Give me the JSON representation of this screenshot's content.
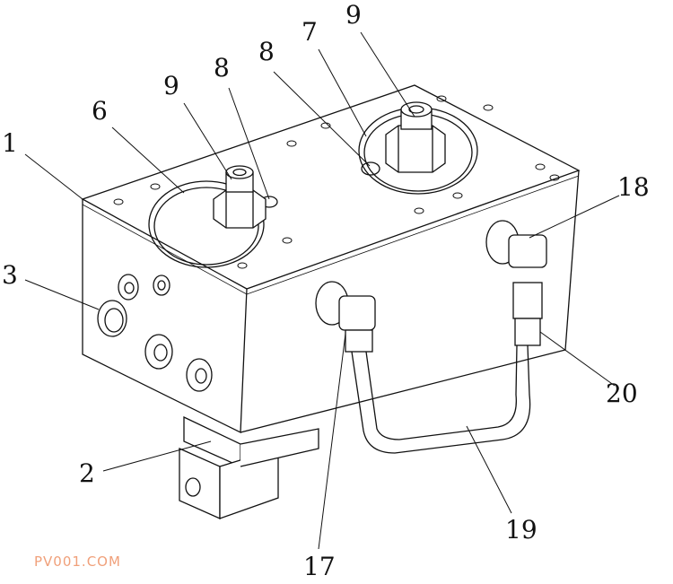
{
  "labels": {
    "l1": "1",
    "l2": "2",
    "l3": "3",
    "l6": "6",
    "l7": "7",
    "l8a": "8",
    "l8b": "8",
    "l9a": "9",
    "l9b": "9",
    "l17": "17",
    "l18": "18",
    "l19": "19",
    "l20": "20"
  },
  "watermark": "PV001.COM",
  "colors": {
    "line": "#111111",
    "watermark": "#f0a07a"
  }
}
